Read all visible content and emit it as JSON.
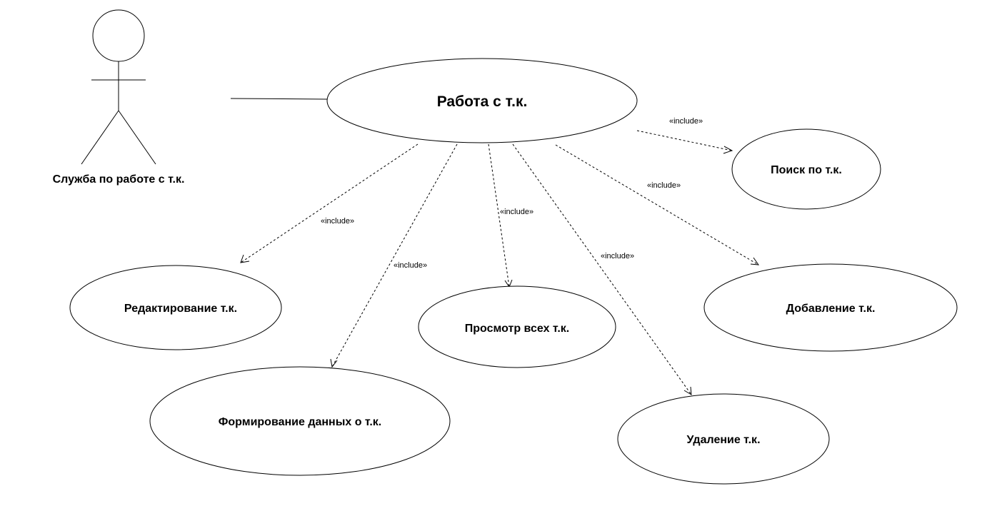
{
  "actor": {
    "name": "Служба по работе с т.к."
  },
  "main_use_case": {
    "label": "Работа с т.к."
  },
  "use_cases": {
    "search": "Поиск по т.к.",
    "edit": "Редактирование т.к.",
    "view_all": "Просмотр всех т.к.",
    "add": "Добавление т.к.",
    "form_data": "Формирование данных о т.к.",
    "delete": "Удаление т.к."
  },
  "relations": {
    "search": "«include»",
    "edit": "«include»",
    "form_data": "«include»",
    "view_all": "«include»",
    "delete": "«include»",
    "add": "«include»"
  },
  "colors": {
    "stroke": "#000000",
    "background": "#ffffff"
  }
}
